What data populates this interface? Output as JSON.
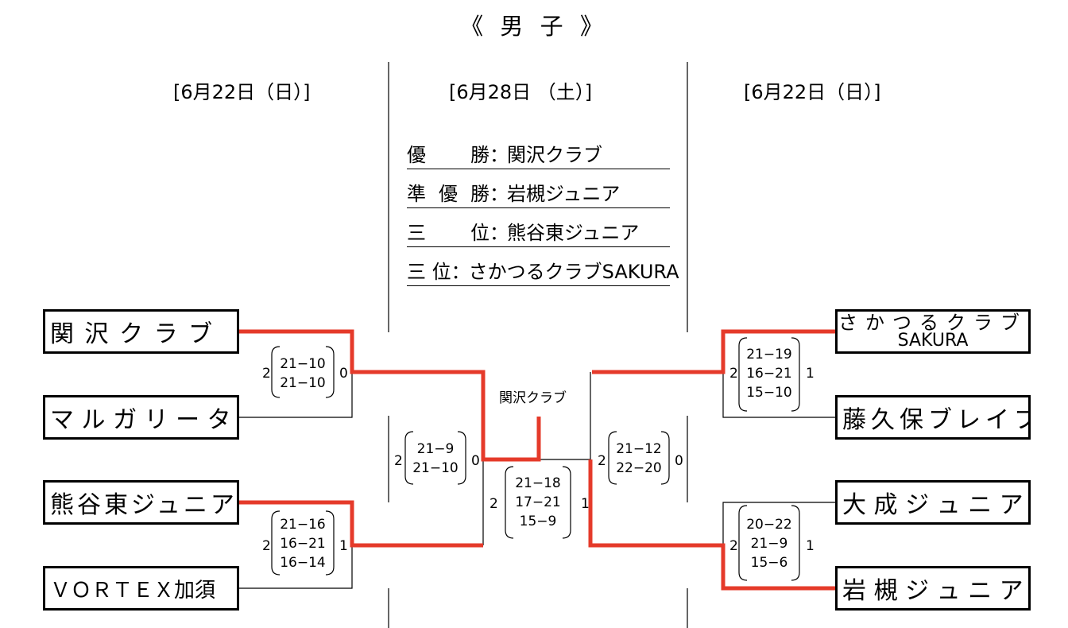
{
  "title": "《 男  子 》",
  "dates": {
    "left": "[6月22日（日）]",
    "center": "[6月28日 （土）]",
    "right": "[6月22日（日）]"
  },
  "results": [
    {
      "label": "優 勝",
      "colon": "：",
      "team": "関沢クラブ"
    },
    {
      "label": "準優勝",
      "colon": "：",
      "team": "岩槻ジュニア"
    },
    {
      "label": "三 位",
      "colon": "：",
      "team": "熊谷東ジュニア"
    },
    {
      "label": "三 位",
      "colon": "：",
      "team": "さかつるクラブSAKURA"
    }
  ],
  "teams": {
    "l1": "関 沢 ク ラ ブ",
    "l2": "マ ル ガ リ ー タ",
    "l3": "熊谷東ジュニア",
    "l4": "ＶＯＲＴＥＸ加須",
    "r1_line1": "さかつるクラブ",
    "r1_line2": "SAKURA",
    "r2": "藤久保ブレイブ",
    "r3": "大 成 ジ ュ ニ ア",
    "r4": "岩 槻 ジ ュ ニ ア"
  },
  "matches": {
    "l_qf1": {
      "sets": [
        "21−10",
        "21−10"
      ],
      "left": "2",
      "right": "0"
    },
    "l_qf2": {
      "sets": [
        "21−16",
        "16−21",
        "16−14"
      ],
      "left": "2",
      "right": "1"
    },
    "l_sf": {
      "sets": [
        "21−9",
        "21−10"
      ],
      "left": "2",
      "right": "0"
    },
    "final": {
      "sets": [
        "21−18",
        "17−21",
        "15−9"
      ],
      "left": "2",
      "right": "1"
    },
    "r_sf": {
      "sets": [
        "21−12",
        "22−20"
      ],
      "left": "2",
      "right": "0"
    },
    "r_qf1": {
      "sets": [
        "21−19",
        "16−21",
        "15−10"
      ],
      "left": "2",
      "right": "1"
    },
    "r_qf2": {
      "sets": [
        "20−22",
        "21−9",
        "15−6"
      ],
      "left": "2",
      "right": "1"
    }
  },
  "champion_label": "関沢クラブ",
  "colors": {
    "winner_line": "#e53a2a",
    "line": "#000000"
  }
}
